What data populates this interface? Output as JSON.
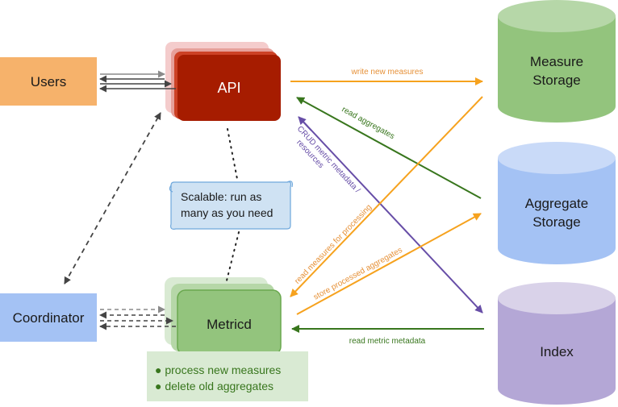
{
  "nodes": {
    "users": "Users",
    "coordinator": "Coordinator",
    "api": "API",
    "metricd": "Metricd",
    "measure_storage": [
      "Measure",
      "Storage"
    ],
    "aggregate_storage": [
      "Aggregate",
      "Storage"
    ],
    "index": "Index"
  },
  "note": {
    "scalable": [
      "Scalable: run as",
      "many as you need"
    ]
  },
  "metricd_tasks": [
    "● process new measures",
    "● delete old aggregates"
  ],
  "edges": {
    "write_new_measures": "write new measures",
    "read_aggregates": "read aggregates",
    "crud_metric_metadata": [
      "CRUD metric metadata /",
      "resources"
    ],
    "read_measures_for_processing": "read measures for processing",
    "store_processed_aggregates": "store processed aggregates",
    "read_metric_metadata": "read metric metadata"
  },
  "colors": {
    "orange_box": "#f6b26b",
    "blue_box": "#a4c2f4",
    "api_red": "#a61c00",
    "metricd_green": "#93c47d",
    "measure_green": "#93c47d",
    "aggregate_blue": "#a4c2f4",
    "index_purple": "#b4a7d6",
    "edge_orange": "#f6a21e",
    "edge_green": "#38761d",
    "edge_purple": "#674ea7",
    "edge_dark": "#444444"
  }
}
